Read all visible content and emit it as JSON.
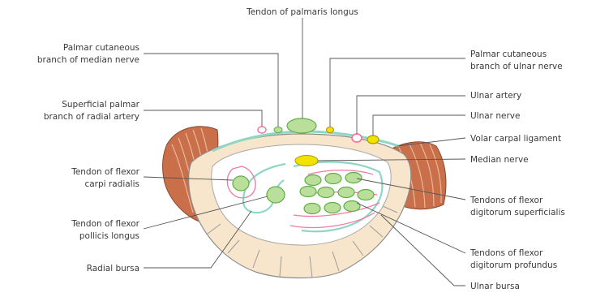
{
  "labels": {
    "palmaris_longus": "Tendon of palmaris longus",
    "palmar_cut_median": [
      "Palmar cutaneous",
      "branch of median nerve"
    ],
    "palmar_cut_ulnar": [
      "Palmar cutaneous",
      "branch of ulnar nerve"
    ],
    "superficial_palmar": [
      "Superficial palmar",
      "branch of radial artery"
    ],
    "ulnar_artery": "Ulnar artery",
    "ulnar_nerve": "Ulnar nerve",
    "volar_carpal": "Volar carpal ligament",
    "median_nerve": "Median nerve",
    "fcr": [
      "Tendon of flexor",
      "carpi radialis"
    ],
    "fpl": [
      "Tendon of flexor",
      "pollicis longus"
    ],
    "radial_bursa": "Radial bursa",
    "fds": [
      "Tendons of flexor",
      "digitorum superficialis"
    ],
    "fdp": [
      "Tendons of flexor",
      "digitorum profundus"
    ],
    "ulnar_bursa": "Ulnar bursa"
  },
  "colors": {
    "tendon": "#b9df9a",
    "tendon_edge": "#5fae45",
    "nerve": "#f2e200",
    "artery": "#f07aa0",
    "bursa": "#8fd7c4",
    "muscle": "#c96f4a",
    "bone": "#f8e6cc",
    "bone_edge": "#8c8c8c",
    "leader": "#555555"
  }
}
